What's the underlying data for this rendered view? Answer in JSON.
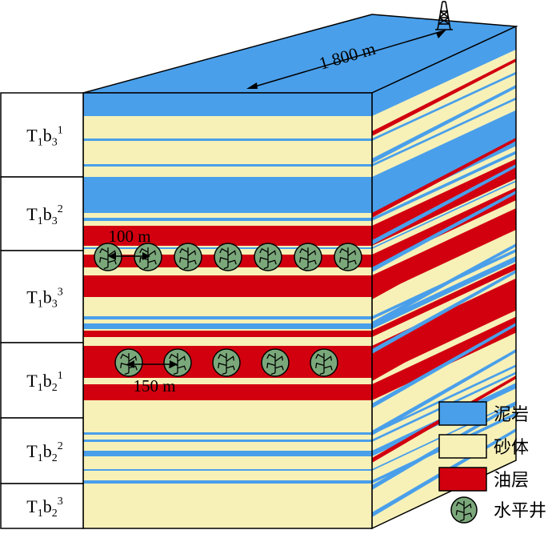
{
  "distance_label": "1 800 m",
  "spacing_top": "100 m",
  "spacing_bottom": "150 m",
  "zones": [
    {
      "main": "T",
      "s1": "1",
      "mid": "b",
      "s2": "3",
      "sup": "1"
    },
    {
      "main": "T",
      "s1": "1",
      "mid": "b",
      "s2": "3",
      "sup": "2"
    },
    {
      "main": "T",
      "s1": "1",
      "mid": "b",
      "s2": "3",
      "sup": "3"
    },
    {
      "main": "T",
      "s1": "1",
      "mid": "b",
      "s2": "2",
      "sup": "1"
    },
    {
      "main": "T",
      "s1": "1",
      "mid": "b",
      "s2": "2",
      "sup": "2"
    },
    {
      "main": "T",
      "s1": "1",
      "mid": "b",
      "s2": "2",
      "sup": "3"
    }
  ],
  "legend": [
    {
      "label": "泥岩",
      "color": "#4A9FEA",
      "icon": "mudstone-swatch"
    },
    {
      "label": "砂体",
      "color": "#F7F1B8",
      "icon": "sand-body-swatch"
    },
    {
      "label": "油层",
      "color": "#D2000F",
      "icon": "oil-layer-swatch"
    },
    {
      "label": "水平井",
      "color": "#7BA87B",
      "icon": "horizontal-well-icon"
    }
  ],
  "wells_top_row": 7,
  "wells_bottom_row": 5
}
